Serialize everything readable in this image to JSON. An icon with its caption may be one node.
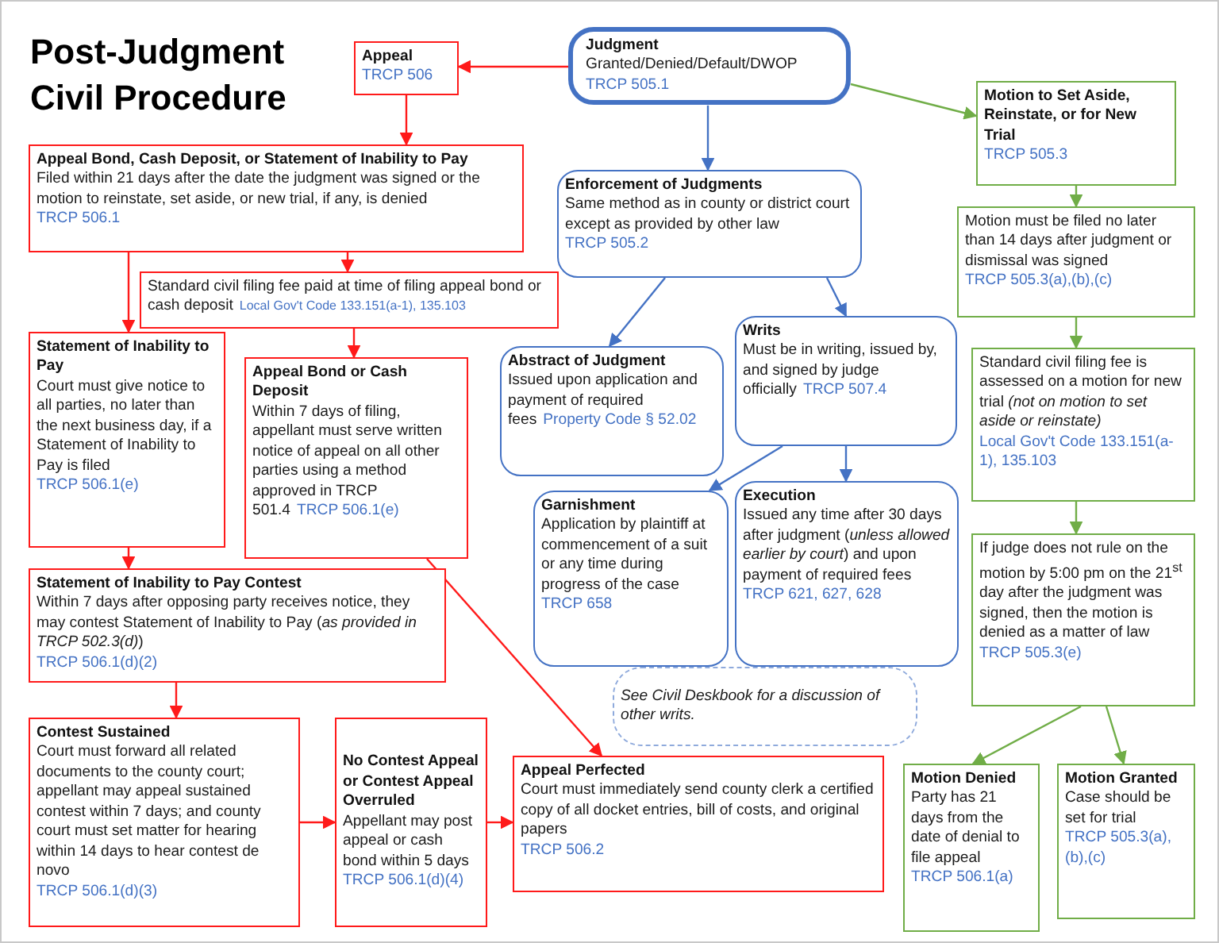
{
  "diagram": {
    "title": "Post-Judgment Civil Procedure",
    "nodes": [
      {
        "text": [
          "Appeal",
          "TRCP 506"
        ]
      },
      {
        "text": [
          "Judgment",
          "Granted/Denied/Default/DWOP",
          "TRCP 505.1"
        ]
      },
      {
        "text": [
          "Motion to Set Aside, Reinstate, or for New Trial",
          "TRCP 505.3"
        ]
      },
      {
        "text": [
          "Appeal Bond, Cash Deposit, or Statement of Inability to Pay",
          "Filed within 21 days after the date the judgment was signed or the motion to reinstate, set aside, or new trial, if any, is denied",
          "TRCP 506.1"
        ]
      },
      {
        "text": [
          "Enforcement of Judgments",
          "Same method as in county or district court except as provided by other law",
          "TRCP 505.2"
        ]
      },
      {
        "text": [
          "Motion must be filed no later than 14 days after judgment or dismissal was signed",
          "TRCP 505.3(a),(b),(c)"
        ]
      },
      {
        "text": [
          "Standard civil filing fee paid at time of filing appeal bond or cash deposit",
          "Local Gov't Code 133.151(a-1), 135.103"
        ]
      },
      {
        "text": [
          "Statement of Inability to Pay",
          "Court must give notice to all parties, no later than the next business day, if a Statement of Inability to Pay is filed",
          "TRCP 506.1(e)"
        ]
      },
      {
        "text": [
          "Appeal Bond or Cash Deposit",
          "Within 7 days of filing, appellant must serve written notice of appeal on all other parties using a method approved in TRCP 501.4",
          "TRCP 506.1(e)"
        ]
      },
      {
        "text": [
          "Abstract of Judgment",
          "Issued upon application and payment of required fees",
          "Property Code § 52.02"
        ]
      },
      {
        "text": [
          "Writs",
          "Must be in writing, issued by, and signed by judge officially",
          "TRCP 507.4"
        ]
      },
      {
        "text": [
          "Standard civil filing fee is assessed on a motion for new trial *(not on motion to set aside or reinstate)*",
          "Local Gov't Code 133.151(a-1), 135.103"
        ]
      },
      {
        "text": [
          "Garnishment",
          "Application by plaintiff at commencement of a suit or any time during progress of the case",
          "TRCP 658"
        ]
      },
      {
        "text": [
          "Execution",
          "Issued any time after 30 days after judgment (*unless allowed earlier by court*) and upon payment of required fees",
          "TRCP 621, 627, 628"
        ]
      },
      {
        "text": [
          "If judge does not rule on the motion by 5:00 pm on the 21$^{st}$ day after the judgment was signed, then the motion is denied as a matter of law",
          "TRCP 505.3(e)"
        ]
      },
      {
        "text": [
          "Statement of Inability to Pay Contest",
          "Within 7 days after opposing party receives notice, they may contest Statement of Inability to Pay (*as provided in TRCP 502.3(d)*)",
          "TRCP 506.1(d)(2)"
        ]
      },
      {
        "text": [
          "See Civil Deskbook for a discussion of other writs."
        ]
      },
      {
        "text": [
          "Contest Sustained",
          "Court must forward all related documents to the county court; appellant may appeal sustained contest within 7 days; and county court must set matter for hearing within 14 days to hear contest de novo",
          "TRCP 506.1(d)(3)"
        ]
      },
      {
        "text": [
          "No Contest Appeal or Contest Appeal Overruled",
          "Appellant may post appeal or cash bond within 5 days",
          "TRCP 506.1(d)(4)"
        ]
      },
      {
        "text": [
          "Appeal Perfected",
          "Court must immediately send county clerk a certified copy of all docket entries, bill of costs, and original papers",
          "TRCP 506.2"
        ]
      },
      {
        "text": [
          "Motion Denied",
          "Party has 21 days from the date of denial to file appeal",
          "TRCP 506.1(a)"
        ]
      },
      {
        "text": [
          "Motion Granted",
          "Case should be set for trial",
          "TRCP 505.3(a),(b),(c)"
        ]
      }
    ],
    "edges": [
      {
        "from": 1,
        "to": 0,
        "arrow": "to"
      },
      {
        "from": 0,
        "to": 3,
        "arrow": "to"
      },
      {
        "from": 3,
        "to": 6,
        "arrow": "to"
      },
      {
        "from": 3,
        "to": 7,
        "arrow": "to"
      },
      {
        "from": 6,
        "to": 8,
        "arrow": "to"
      },
      {
        "from": 7,
        "to": 15,
        "arrow": "to"
      },
      {
        "from": 8,
        "to": 19,
        "arrow": "to"
      },
      {
        "from": 15,
        "to": 17,
        "arrow": "to"
      },
      {
        "from": 17,
        "to": 18,
        "arrow": "to"
      },
      {
        "from": 18,
        "to": 19,
        "arrow": "to"
      },
      {
        "from": 1,
        "to": 4,
        "arrow": "to",
        "color": "#4472c4"
      },
      {
        "from": 4,
        "to": 9,
        "arrow": "to",
        "color": "#4472c4"
      },
      {
        "from": 4,
        "to": 10,
        "arrow": "to",
        "color": "#4472c4"
      },
      {
        "from": 10,
        "to": 12,
        "arrow": "to",
        "color": "#4472c4"
      },
      {
        "from": 10,
        "to": 13,
        "arrow": "to",
        "color": "#4472c4"
      },
      {
        "from": 1,
        "to": 2,
        "arrow": "to",
        "color": "#70ad47"
      },
      {
        "from": 2,
        "to": 5,
        "arrow": "to",
        "color": "#70ad47"
      },
      {
        "from": 5,
        "to": 11,
        "arrow": "to",
        "color": "#70ad47"
      },
      {
        "from": 11,
        "to": 14,
        "arrow": "to",
        "color": "#70ad47"
      },
      {
        "from": 14,
        "to": 20,
        "arrow": "to",
        "color": "#70ad47"
      },
      {
        "from": 14,
        "to": 21,
        "arrow": "to",
        "color": "#70ad47"
      }
    ]
  }
}
